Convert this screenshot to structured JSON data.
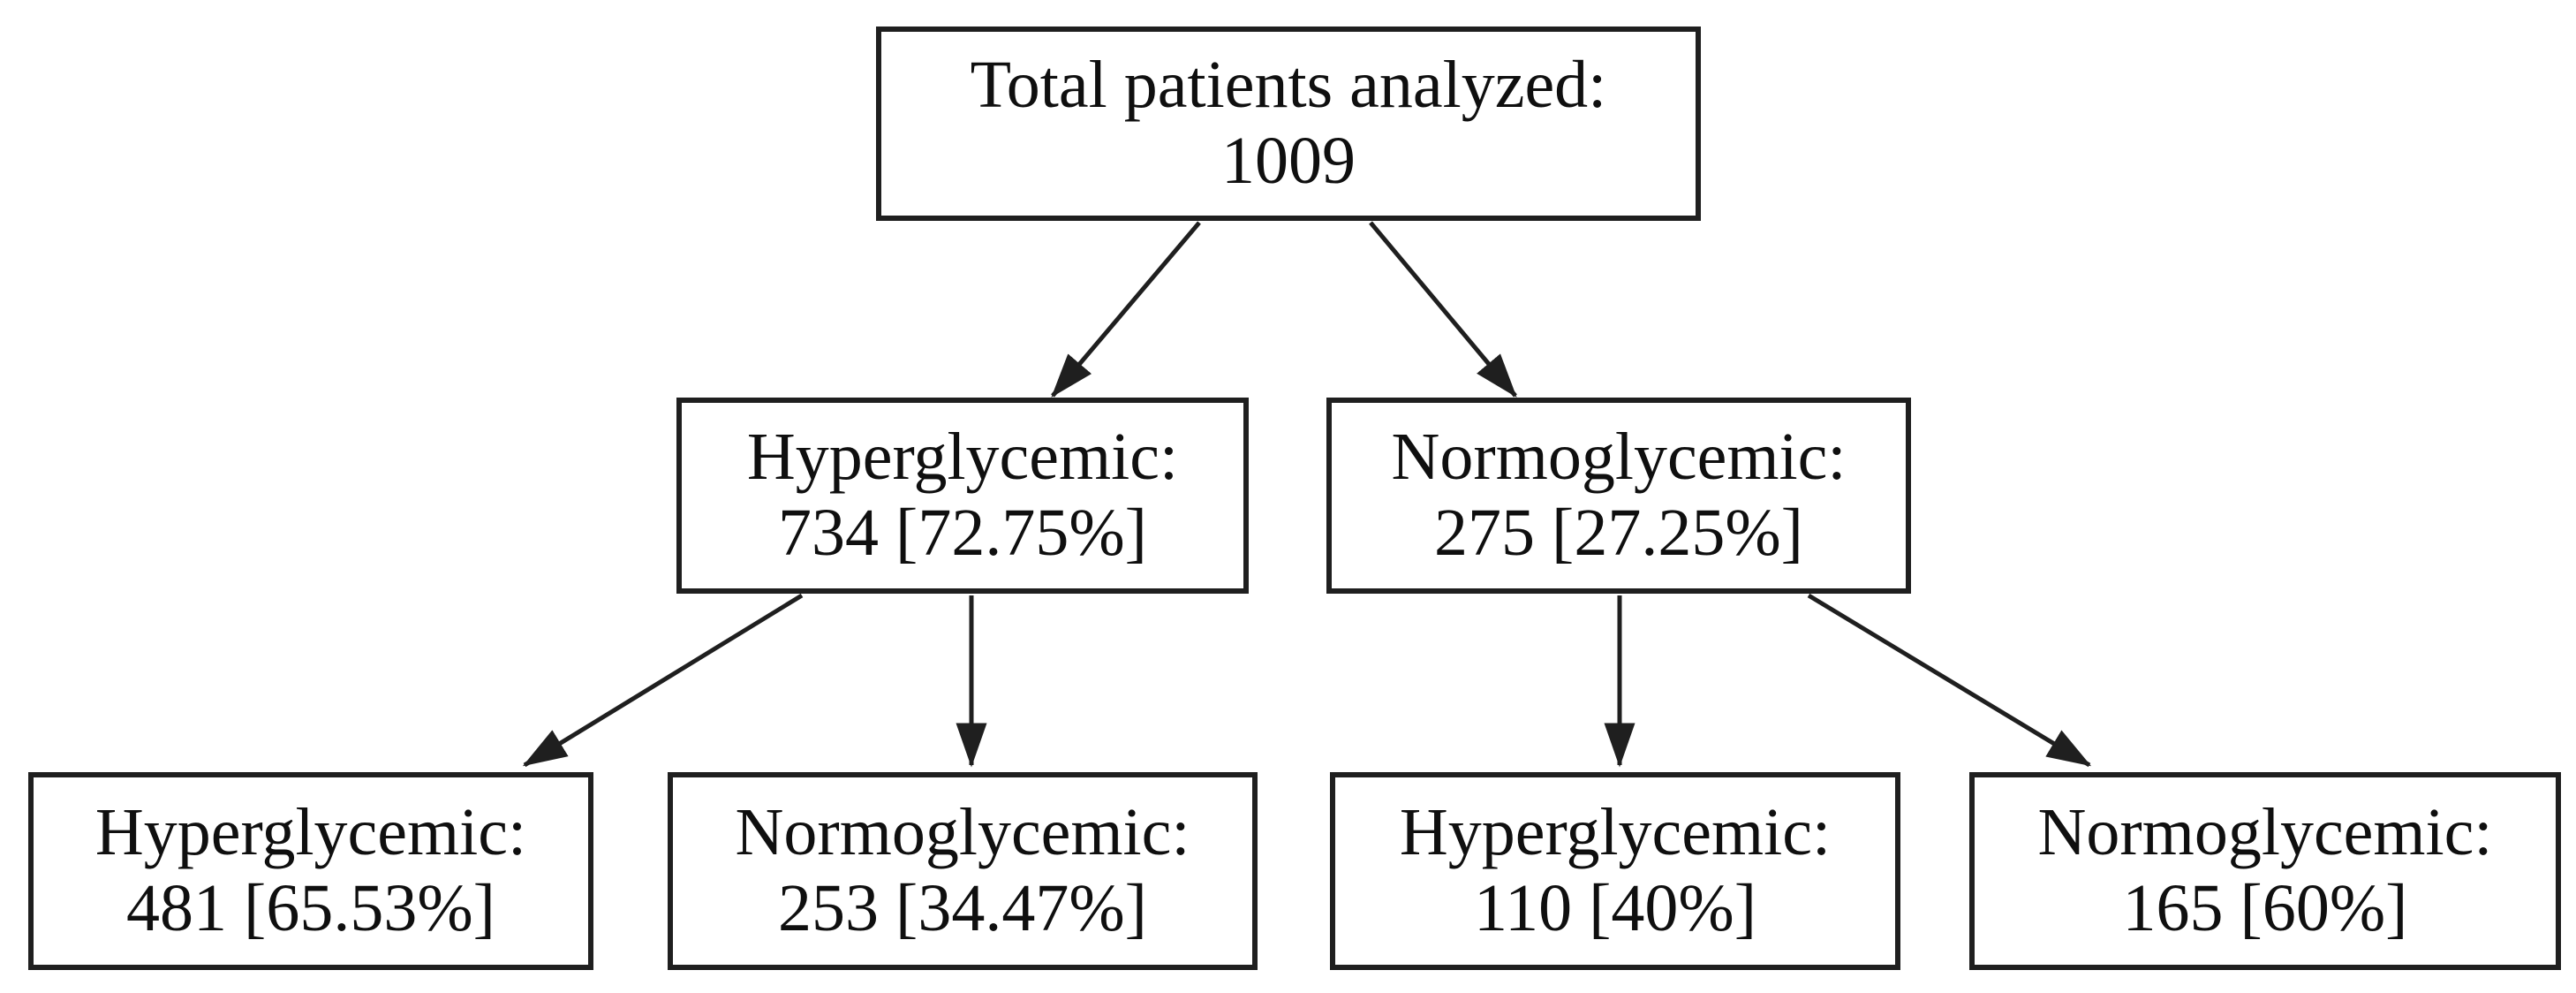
{
  "diagram": {
    "type": "flowchart-tree",
    "colors": {
      "background": "#ffffff",
      "node_fill": "#ffffff",
      "stroke": "#1f1f1f",
      "text": "#0f0f0f"
    },
    "nodes": {
      "root": {
        "label": "Total patients analyzed:",
        "value": "1009"
      },
      "level2_left": {
        "label": "Hyperglycemic:",
        "value": "734 [72.75%]"
      },
      "level2_right": {
        "label": "Normoglycemic:",
        "value": "275 [27.25%]"
      },
      "leaf1": {
        "label": "Hyperglycemic:",
        "value": "481 [65.53%]"
      },
      "leaf2": {
        "label": "Normoglycemic:",
        "value": "253 [34.47%]"
      },
      "leaf3": {
        "label": "Hyperglycemic:",
        "value": "110 [40%]"
      },
      "leaf4": {
        "label": "Normoglycemic:",
        "value": "165 [60%]"
      }
    },
    "edges": [
      {
        "from": "root",
        "to": "level2_left"
      },
      {
        "from": "root",
        "to": "level2_right"
      },
      {
        "from": "level2_left",
        "to": "leaf1"
      },
      {
        "from": "level2_left",
        "to": "leaf2"
      },
      {
        "from": "level2_right",
        "to": "leaf3"
      },
      {
        "from": "level2_right",
        "to": "leaf4"
      }
    ]
  }
}
